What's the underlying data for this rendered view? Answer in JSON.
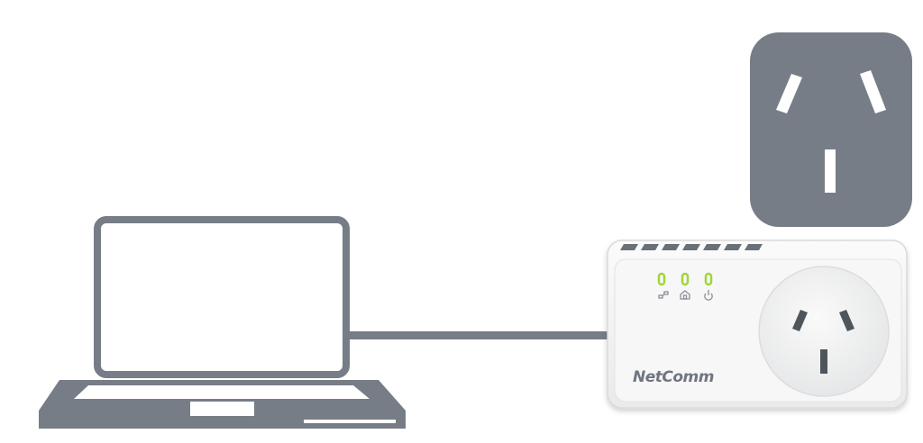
{
  "diagram": {
    "laptop": {
      "icon": "laptop-icon"
    },
    "cable": {
      "icon": "ethernet-cable"
    },
    "wall_socket": {
      "icon": "power-socket-icon"
    },
    "adapter": {
      "brand": "NetComm",
      "indicators": [
        {
          "icon": "ethernet-icon",
          "status": "on"
        },
        {
          "icon": "powerline-home-icon",
          "status": "on"
        },
        {
          "icon": "power-icon",
          "status": "on"
        }
      ]
    },
    "colors": {
      "outline": "#777d86",
      "led_green": "#9fd63b",
      "adapter_body": "#f4f5f5"
    }
  }
}
